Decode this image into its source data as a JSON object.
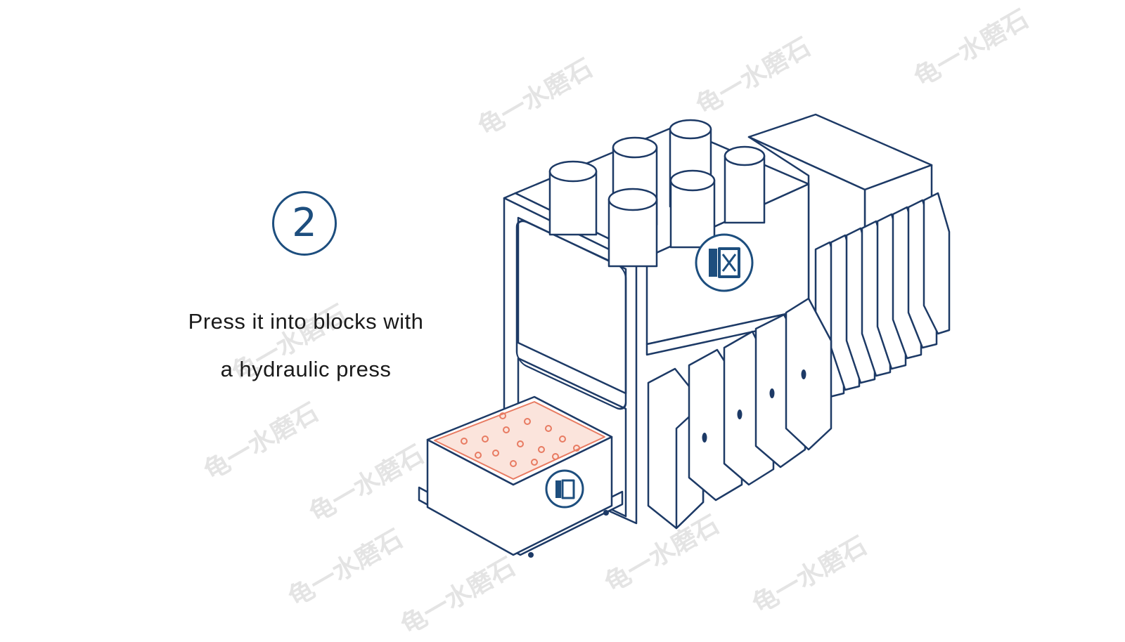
{
  "step": {
    "number": "2"
  },
  "caption": {
    "line1": "Press it into blocks with",
    "line2": "a hydraulic press"
  },
  "watermark": {
    "text": "龟一水磨石"
  },
  "colors": {
    "outline": "#1d3a66",
    "accent": "#1d4e7e",
    "material": "#e87b62",
    "material_fill": "#fbe4dc"
  },
  "icons": [
    "brand-logo-icon"
  ]
}
